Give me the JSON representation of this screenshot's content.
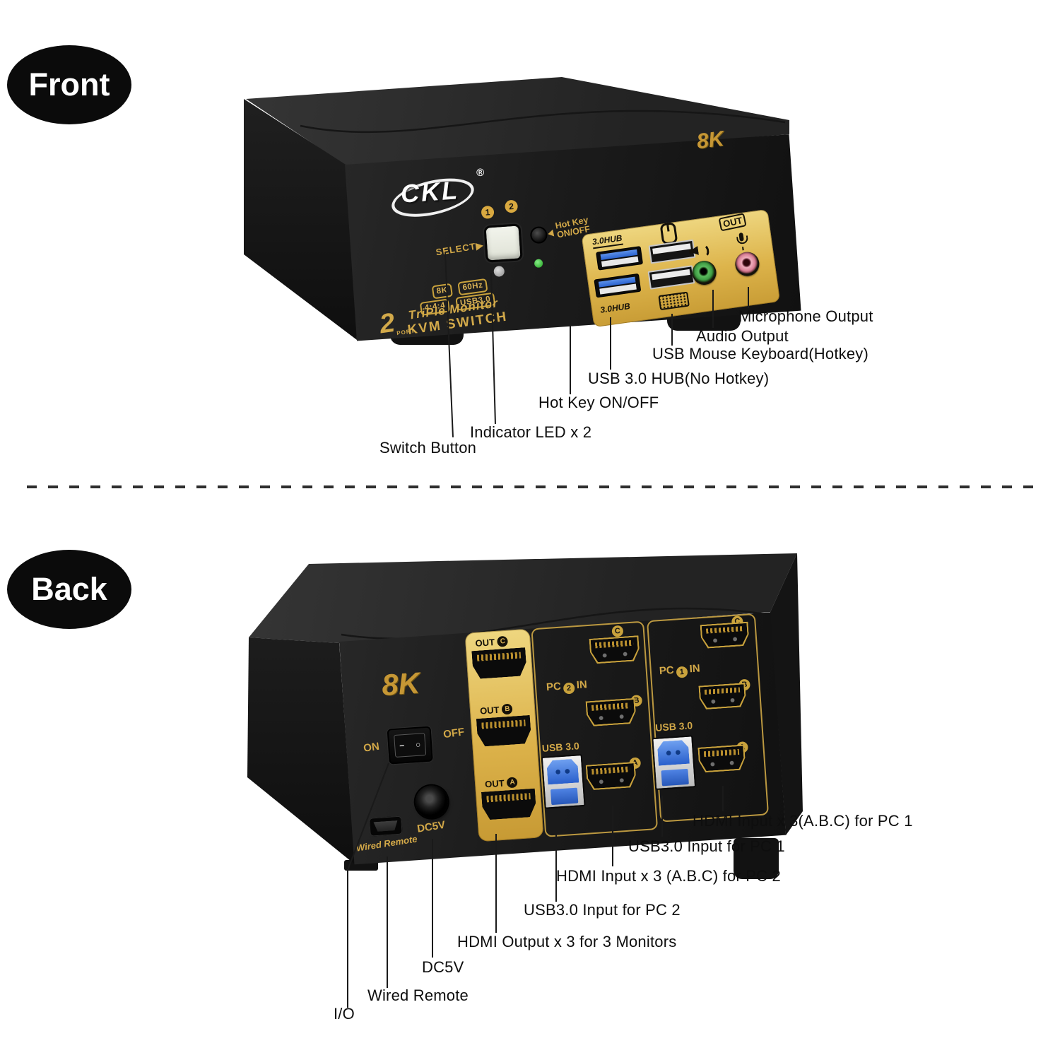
{
  "colors": {
    "gold": "#D2A848",
    "device_black": "#1B1B1B",
    "usb_blue": "#2F6FD8",
    "audio_green": "#3F9C44",
    "mic_pink": "#D97F95",
    "label_black": "#0E0E0E"
  },
  "front": {
    "badge": "Front",
    "device": {
      "logo": "CKL",
      "logo_reg": "®",
      "corner_mark": "8K",
      "port_num_1": "1",
      "port_num_2": "2",
      "select_label": "SELECT▶",
      "hotkey_line1": "Hot Key",
      "hotkey_line2": "ON/OFF",
      "spec_8k": "8K",
      "spec_60hz": "60Hz",
      "spec_444": "4:4:4",
      "spec_usb30": "USB3.0",
      "port_count": "2",
      "port_word": "PORT",
      "product_line1": "TriPle Monitor",
      "product_line2": "KVM SWITCH",
      "hub_label_top": "3.0HUB",
      "hub_label_bottom": "3.0HUB",
      "out_label": "OUT"
    },
    "callouts": {
      "mic": "Microphone Output",
      "audio": "Audio Output",
      "usb_mk": "USB Mouse Keyboard(Hotkey)",
      "usb_hub": "USB 3.0 HUB(No Hotkey)",
      "hotkey": "Hot Key ON/OFF",
      "led": "Indicator LED x 2",
      "switch": "Switch Button"
    }
  },
  "back": {
    "badge": "Back",
    "device": {
      "corner_mark": "8K",
      "power_on": "ON",
      "power_off": "OFF",
      "power_symbols": [
        "−",
        "○"
      ],
      "out_word": "OUT",
      "out_letters": [
        "C",
        "B",
        "A"
      ],
      "pc2_label_pc": "PC",
      "pc2_num": "2",
      "pc2_label_in": "IN",
      "pc2_usb": "USB 3.0",
      "pc2_letters": [
        "C",
        "B",
        "A"
      ],
      "pc1_label_pc": "PC",
      "pc1_num": "1",
      "pc1_label_in": "IN",
      "pc1_usb": "USB 3.0",
      "pc1_letters": [
        "C",
        "B",
        "A"
      ],
      "wired_remote": "Wired Remote",
      "dc5v": "DC5V"
    },
    "callouts": {
      "hdmi_pc1": "HDMI Input x 3(A.B.C) for PC 1",
      "usb_pc1": "USB3.0 Input for PC 1",
      "hdmi_pc2": "HDMI Input x 3 (A.B.C) for PC 2",
      "usb_pc2": "USB3.0 Input for PC 2",
      "hdmi_out": "HDMI Output x 3 for 3 Monitors",
      "dc5v": "DC5V",
      "wired_remote": "Wired Remote",
      "io": "I/O"
    }
  }
}
